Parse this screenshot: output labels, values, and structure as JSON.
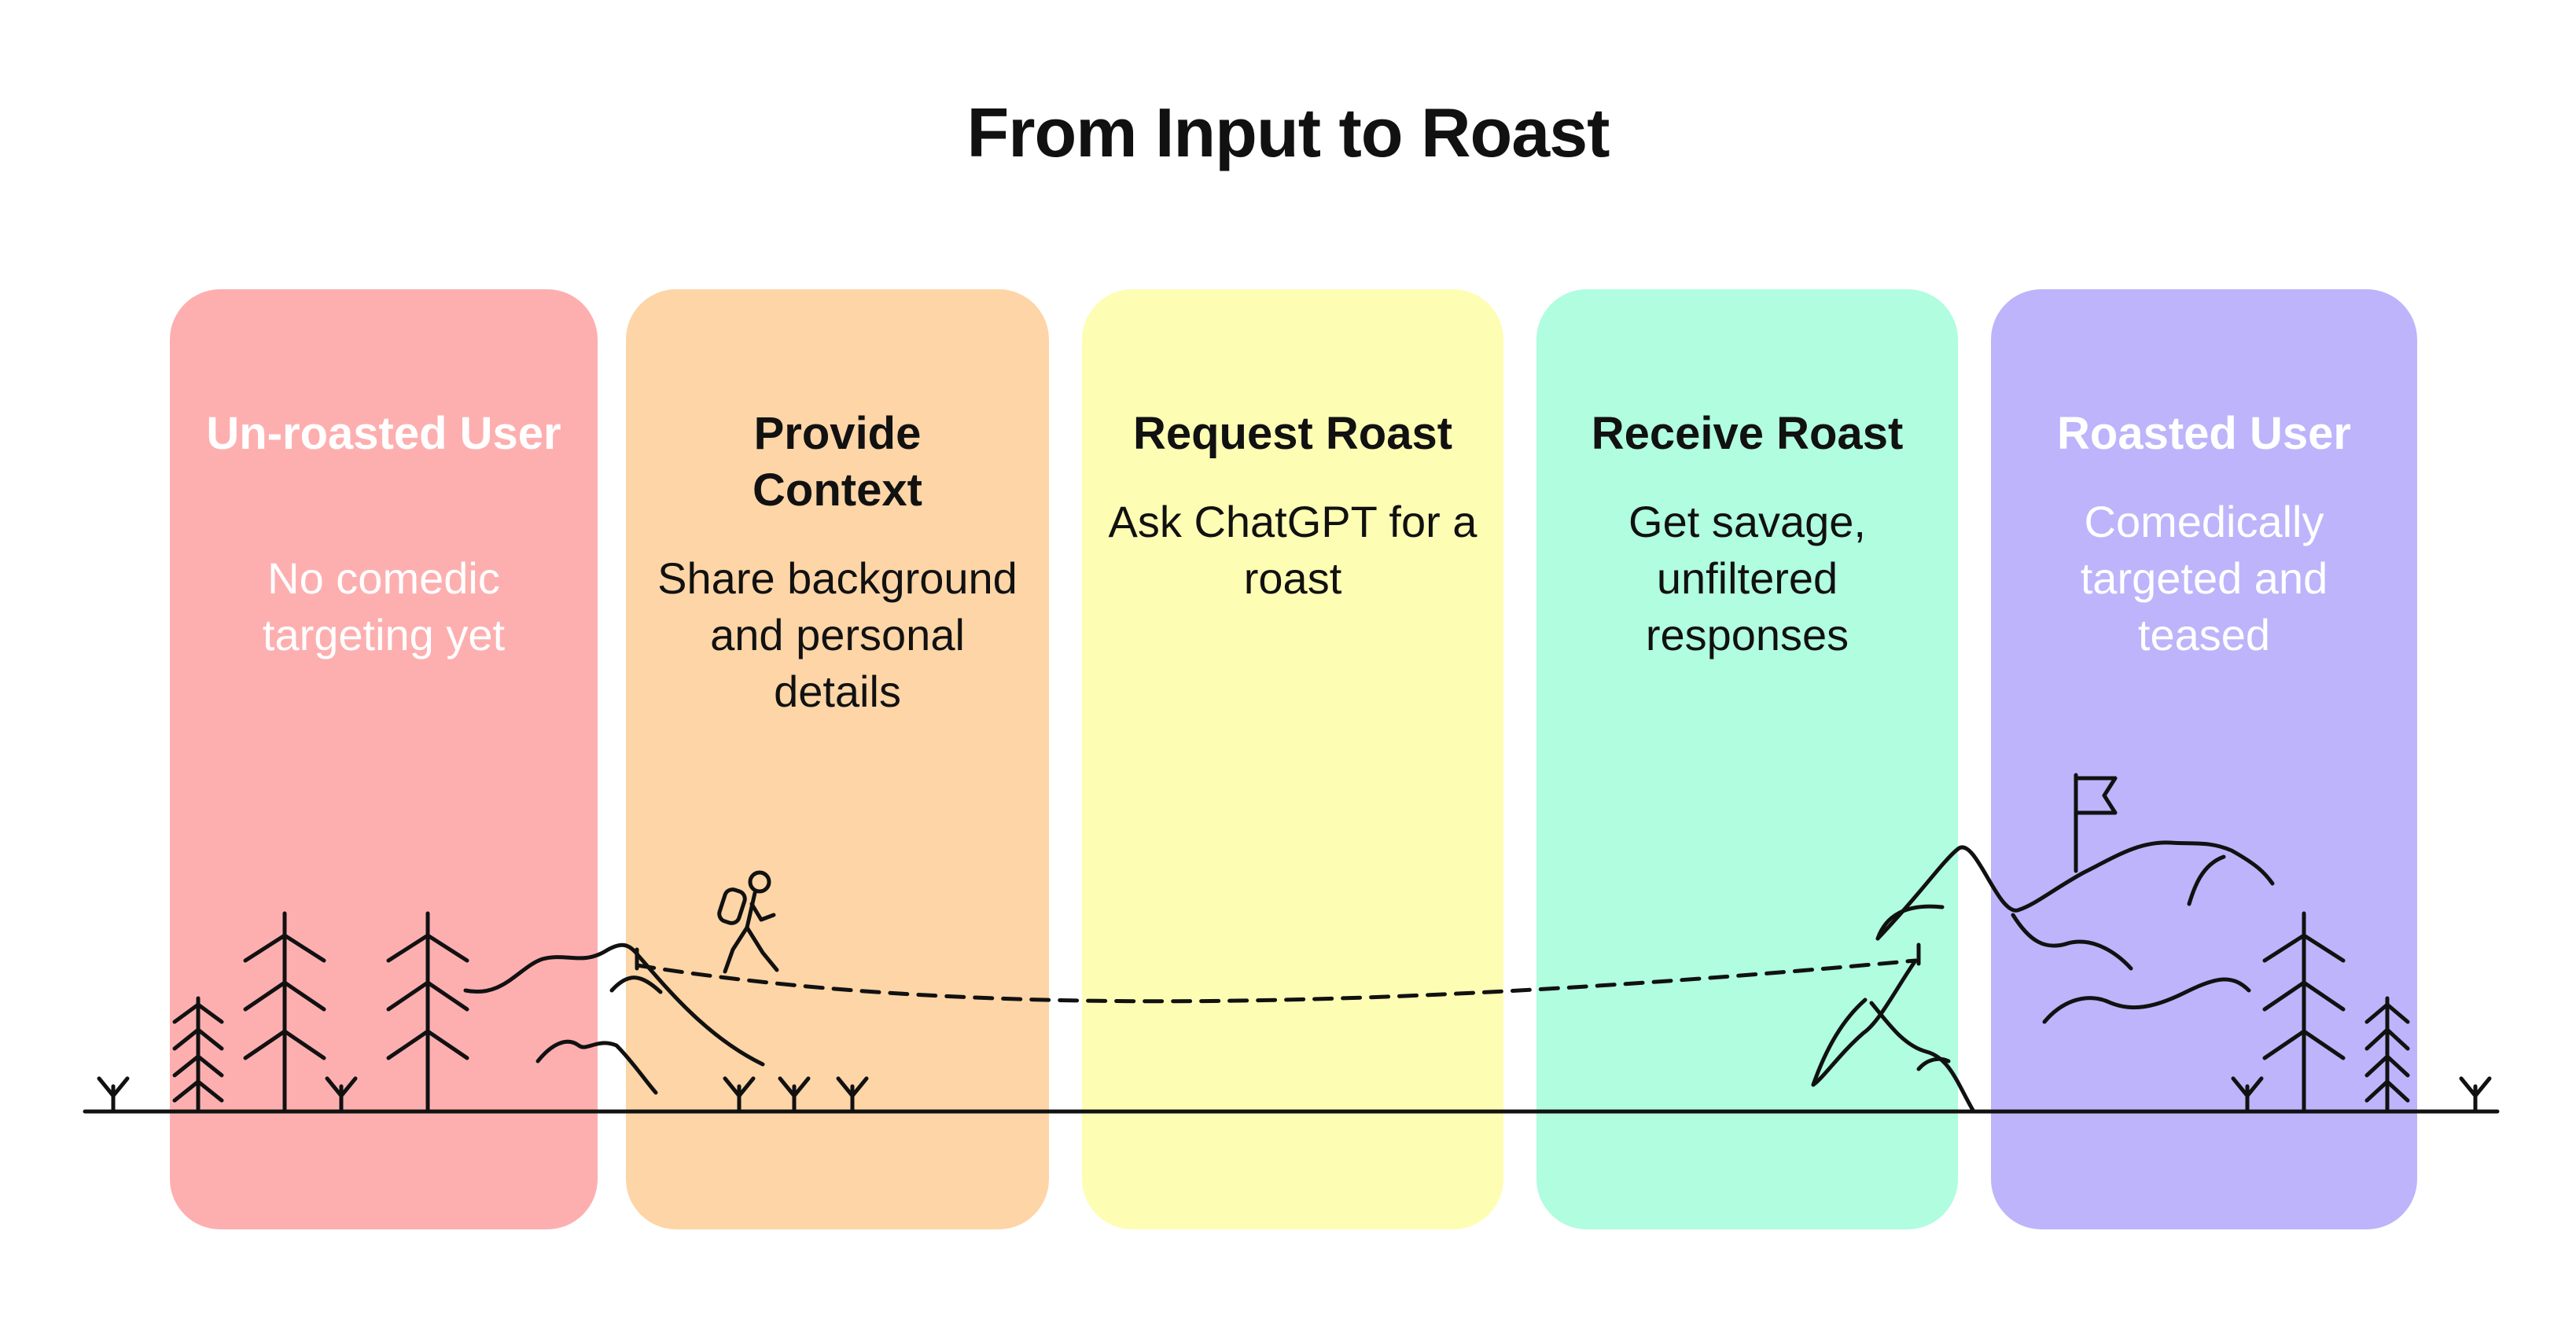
{
  "title": "From Input to Roast",
  "stages": [
    {
      "title": "Un-roasted User",
      "description": "No comedic targeting yet",
      "color": "#FDAFB0",
      "text_color": "#FFFFFF"
    },
    {
      "title": "Provide Context",
      "description": "Share background and personal details",
      "color": "#FDD5A6",
      "text_color": "#111111"
    },
    {
      "title": "Request Roast",
      "description": "Ask ChatGPT for a roast",
      "color": "#FEFDB4",
      "text_color": "#111111"
    },
    {
      "title": "Receive Roast",
      "description": "Get savage, unfiltered responses",
      "color": "#B0FDE0",
      "text_color": "#111111"
    },
    {
      "title": "Roasted User",
      "description": "Comedically targeted and teased",
      "color": "#BDB4FB",
      "text_color": "#FFFFFF"
    }
  ],
  "icons": {
    "hiker": "hiker-icon",
    "flag": "flag-icon",
    "trees": "pine-tree-icon",
    "mountain": "mountain-icon"
  }
}
